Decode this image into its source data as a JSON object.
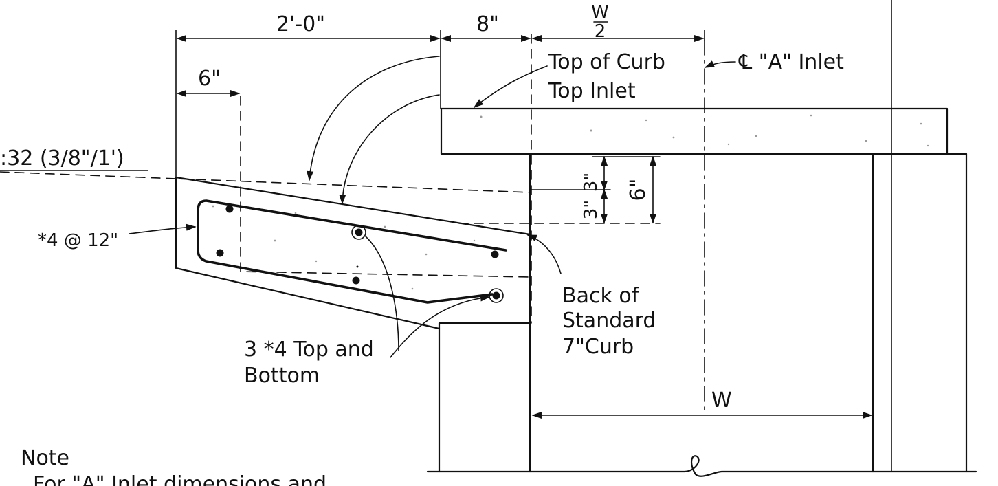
{
  "dimensions": {
    "width_24in": "2'-0\"",
    "width_8in": "8\"",
    "half_width": {
      "numerator": "W",
      "denominator": "2"
    },
    "six_top": "6\"",
    "three_upper": "3\"",
    "three_lower": "3\"",
    "six_right": "6\"",
    "inlet_width": "W"
  },
  "labels": {
    "slope": ":32 (3/8\"/1')",
    "bar_spacing": "*4 @ 12\"",
    "top_of_curb": "Top of Curb",
    "top_inlet": "Top Inlet",
    "centerline_inlet": "℄ \"A\" Inlet",
    "back_of_curb_1": "Back of",
    "back_of_curb_2": "Standard",
    "back_of_curb_3": "7\"Curb",
    "top_bottom_bars_1": "3 *4 Top and",
    "top_bottom_bars_2": "Bottom",
    "note_title": "Note",
    "note_text": "For \"A\" Inlet dimensions and"
  },
  "colors": {
    "ink": "#111111",
    "paper": "#ffffff",
    "speckle": "#9a9a9a"
  }
}
